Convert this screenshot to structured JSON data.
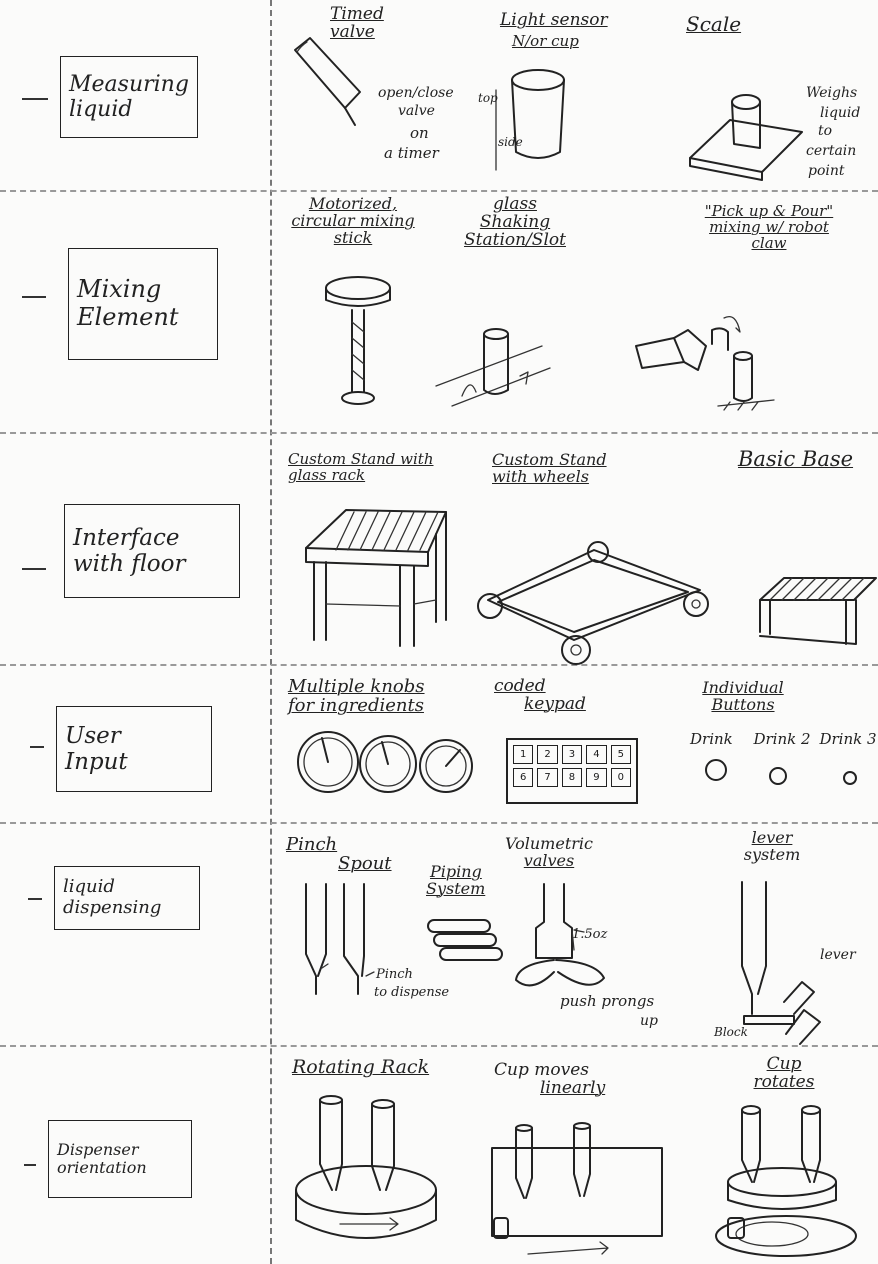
{
  "categories": [
    {
      "label_lines": [
        "Measuring",
        "liquid"
      ],
      "concepts": [
        {
          "title": "Timed valve",
          "notes": [
            "open/close",
            "valve",
            "on",
            "a timer"
          ]
        },
        {
          "title": "Light sensor",
          "subtitle": "N/or cup",
          "notes": [
            "top",
            "side"
          ]
        },
        {
          "title": "Scale",
          "notes": [
            "Weighs",
            "liquid",
            "to",
            "certain",
            "point"
          ]
        }
      ]
    },
    {
      "label_lines": [
        "Mixing",
        "Element"
      ],
      "concepts": [
        {
          "title_lines": [
            "Motorized,",
            "circular mixing",
            "stick"
          ]
        },
        {
          "title_lines": [
            "glass",
            "Shaking",
            "Station/Slot"
          ]
        },
        {
          "title_lines": [
            "\"Pick up & Pour\"",
            "mixing w/ robot",
            "claw"
          ]
        }
      ]
    },
    {
      "label_lines": [
        "Interface",
        "with floor"
      ],
      "concepts": [
        {
          "title_lines": [
            "Custom Stand with",
            "glass rack"
          ]
        },
        {
          "title_lines": [
            "Custom Stand",
            "with wheels"
          ]
        },
        {
          "title_lines": [
            "Basic Base"
          ]
        }
      ]
    },
    {
      "label_lines": [
        "User",
        "Input"
      ],
      "concepts": [
        {
          "title_lines": [
            "Multiple knobs",
            "for ingredients"
          ]
        },
        {
          "title_lines": [
            "coded",
            "keypad"
          ],
          "keys": [
            "1",
            "2",
            "3",
            "4",
            "5",
            "6",
            "7",
            "8",
            "9",
            "0"
          ]
        },
        {
          "title_lines": [
            "Individual",
            "Buttons"
          ],
          "buttons": [
            "Drink",
            "Drink 2",
            "Drink 3"
          ]
        }
      ]
    },
    {
      "label_lines": [
        "liquid",
        "dispensing"
      ],
      "concepts": [
        {
          "title_lines": [
            "Pinch",
            "Spout"
          ],
          "notes": [
            "Pinch",
            "to dispense"
          ]
        },
        {
          "title_lines": [
            "Piping",
            "System"
          ]
        },
        {
          "title_lines": [
            "Volumetric",
            "valves"
          ],
          "notes": [
            "1.5oz",
            "push prongs",
            "up"
          ]
        },
        {
          "title_lines": [
            "lever",
            "system"
          ],
          "notes": [
            "lever",
            "Block"
          ]
        }
      ]
    },
    {
      "label_lines": [
        "Dispenser",
        "orientation"
      ],
      "concepts": [
        {
          "title_lines": [
            "Rotating Rack"
          ]
        },
        {
          "title_lines": [
            "Cup moves",
            "linearly"
          ]
        },
        {
          "title_lines": [
            "Cup",
            "rotates"
          ]
        }
      ]
    }
  ]
}
